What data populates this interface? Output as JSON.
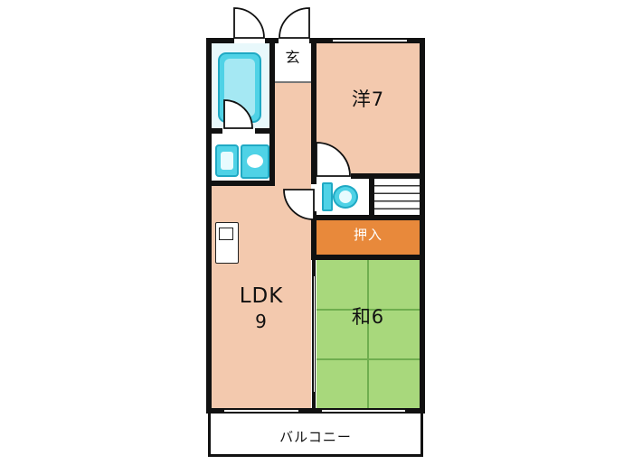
{
  "floorplan": {
    "labels": {
      "entrance": "玄",
      "western_room": "洋7",
      "closet": "押入",
      "japanese_room": "和6",
      "ldk": "LDK",
      "ldk_size": "9",
      "balcony": "バルコニー"
    },
    "colors": {
      "wall": "#111111",
      "room_floor_peach": "#f3c9ae",
      "tatami_green": "#a8d87c",
      "tatami_grid_line": "#6fae4f",
      "closet_orange": "#e8893b",
      "fixture_cyan": "#4fd2e6",
      "fixture_cyan_border": "#1fa9c4"
    },
    "fixture_icons": [
      "bathtub-icon",
      "washing-machine-icon",
      "washbasin-icon",
      "toilet-icon",
      "kitchen-counter-icon",
      "storage-shelves",
      "door-swing-arc"
    ]
  }
}
